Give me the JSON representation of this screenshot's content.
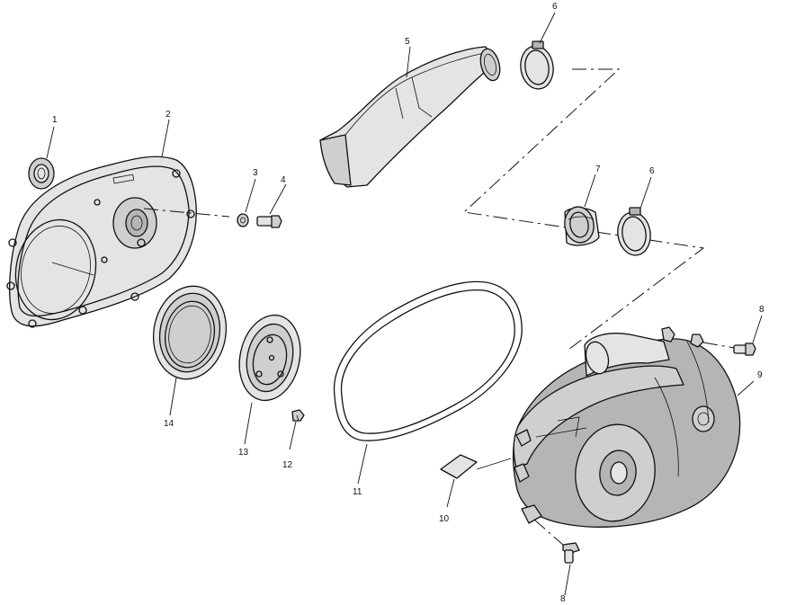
{
  "callouts": {
    "c1": "1",
    "c2": "2",
    "c3": "3",
    "c4": "4",
    "c5": "5",
    "c6a": "6",
    "c6b": "6",
    "c7": "7",
    "c8a": "8",
    "c8b": "8",
    "c9": "9",
    "c10": "10",
    "c11": "11",
    "c12": "12",
    "c13": "13",
    "c14": "14"
  }
}
